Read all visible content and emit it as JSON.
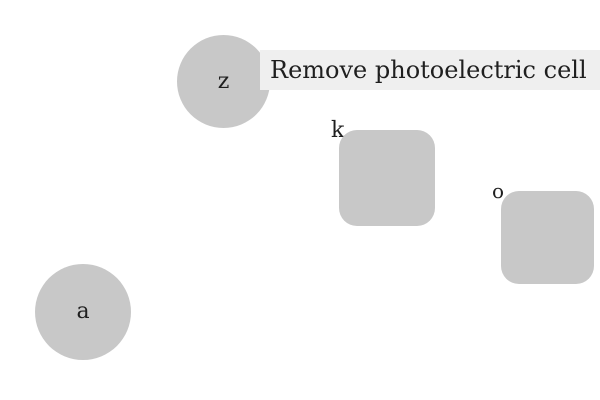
{
  "canvas": {
    "background": "#ffffff",
    "shape_fill": "#c8c8c8",
    "banner_fill": "#efefef",
    "text_color": "#1f1f1f"
  },
  "banner": {
    "text": "Remove photoelectric cell"
  },
  "items": {
    "circle_z": {
      "label": "z"
    },
    "circle_a": {
      "label": "a"
    },
    "square_k": {
      "label": "k"
    },
    "square_o": {
      "label": "o"
    }
  }
}
